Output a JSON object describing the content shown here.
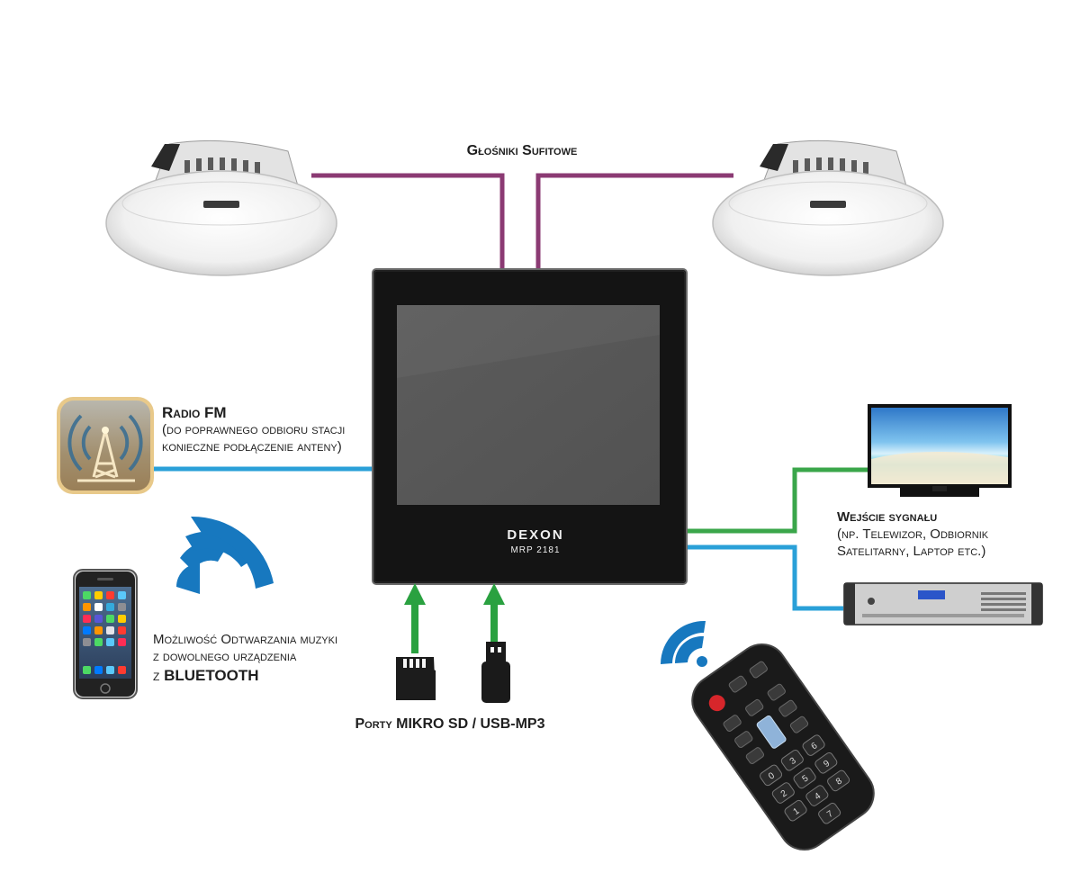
{
  "labels": {
    "speakers_title": "Głośniki Sufitowe",
    "radio_title": "Radio FM",
    "radio_note_line1": "(do poprawnego odbioru stacji",
    "radio_note_line2": "konieczne podłączenie anteny)",
    "bluetooth_line1": "Możliwość Odtwarzania muzyki",
    "bluetooth_line2": "z dowolnego urządzenia",
    "bluetooth_prefix": "z",
    "bluetooth_word": "BLUETOOTH",
    "ports": "Porty MIKRO SD / USB-MP3",
    "input_title": "Wejście sygnału",
    "input_note_line1": "(np. Telewizor, Odbiornik",
    "input_note_line2": "Satelitarny, Laptop etc.)"
  },
  "device": {
    "brand": "DEXON",
    "model": "MRP 2181"
  },
  "colors": {
    "speaker_wire": "#8b3a73",
    "radio_wire": "#2aa0d8",
    "input_wire_tv": "#3aa64a",
    "input_wire_receiver": "#2aa0d8",
    "port_arrow": "#2aa140",
    "bluetooth_waves": "#1778bf",
    "device_body": "#141414",
    "screen": "#5b5b5b"
  },
  "icons": [
    "ceiling-speaker-icon",
    "radio-tower-icon",
    "bluetooth-waves-icon",
    "smartphone-icon",
    "microsd-card-icon",
    "usb-drive-icon",
    "television-icon",
    "receiver-icon",
    "remote-control-icon",
    "power-icon"
  ]
}
